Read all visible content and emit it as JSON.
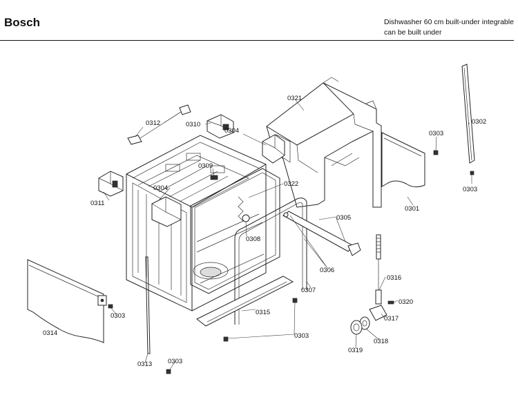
{
  "header": {
    "brand": "Bosch",
    "description_line1": "Dishwasher 60 cm built-under integrable",
    "description_line2": "can be built under"
  },
  "callouts": [
    {
      "id": "callout-0321",
      "label": "0321"
    },
    {
      "id": "callout-0302",
      "label": "0302"
    },
    {
      "id": "callout-0312",
      "label": "0312"
    },
    {
      "id": "callout-0310",
      "label": "0310"
    },
    {
      "id": "callout-0304-top",
      "label": "0304"
    },
    {
      "id": "callout-0303-top-right",
      "label": "0303"
    },
    {
      "id": "callout-0309",
      "label": "0309"
    },
    {
      "id": "callout-0322",
      "label": "0322"
    },
    {
      "id": "callout-0303-right",
      "label": "0303"
    },
    {
      "id": "callout-0304-left",
      "label": "0304"
    },
    {
      "id": "callout-0311",
      "label": "0311"
    },
    {
      "id": "callout-0301",
      "label": "0301"
    },
    {
      "id": "callout-0305",
      "label": "0305"
    },
    {
      "id": "callout-0308",
      "label": "0308"
    },
    {
      "id": "callout-0306",
      "label": "0306"
    },
    {
      "id": "callout-0307",
      "label": "0307"
    },
    {
      "id": "callout-0316",
      "label": "0316"
    },
    {
      "id": "callout-0320",
      "label": "0320"
    },
    {
      "id": "callout-0303-left",
      "label": "0303"
    },
    {
      "id": "callout-0315",
      "label": "0315"
    },
    {
      "id": "callout-0317",
      "label": "0317"
    },
    {
      "id": "callout-0314",
      "label": "0314"
    },
    {
      "id": "callout-0303-bottom",
      "label": "0303"
    },
    {
      "id": "callout-0318",
      "label": "0318"
    },
    {
      "id": "callout-0319",
      "label": "0319"
    },
    {
      "id": "callout-0313",
      "label": "0313"
    },
    {
      "id": "callout-0303-bottom-left",
      "label": "0303"
    }
  ]
}
